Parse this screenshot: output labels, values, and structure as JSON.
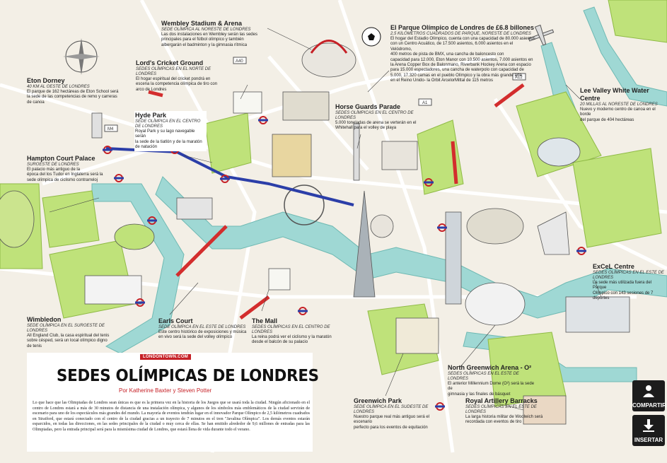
{
  "colors": {
    "water": "#9fd8d4",
    "park": "#bfe27a",
    "road": "#ffffff",
    "rail_red": "#d32d2d",
    "tube_blue": "#2b3ea8",
    "accent": "#c62026"
  },
  "venues": [
    {
      "key": "wembley",
      "title": "Wembley Stadium & Arena",
      "subtitle": "SEDE OLÍMPICA AL NORESTE DE LONDRES",
      "desc": [
        "Las dos instalaciones en Wembley serán las sedes",
        "principales para el fútbol olímpico y también",
        "albergarán el badminton y la gimnasia rítmica"
      ]
    },
    {
      "key": "olympic_park",
      "title": "El Parque Olímpico de Londres de £6.8 billones",
      "subtitle": "2,5 KILÓMETROS CUADRADOS DE PARQUE, NORESTE DE LONDRES",
      "desc": [
        "El hogar del Estadio Olímpico, cuenta con una capacidad de 80.000 asientos",
        "con un Centro Acuático, de 17.500 asientos, 6.000 asientos en el Velódromo,",
        "400 metros de pista de BMX, una cancha de baloncesto con",
        "capacidad para 12.000, Eton Manor con 10.500 asientos, 7.000 asientos en",
        "la Arena Copper Box de Balonmano, Riverbank Hockey Arena con espacio",
        "para 15.000 espectadores, una cancha de waterpolo con capacidad de",
        "5.000, 17.320 camas en el pueblo Olímpico y la obra más grande arte",
        "en el Reino Unido- la Orbit ArcelorMittal de 115 metros"
      ]
    },
    {
      "key": "eton",
      "title": "Eton Dorney",
      "subtitle": "40 KM AL OESTE DE LONDRES",
      "desc": [
        "El parque de 162 hectáreas de Eton School será",
        "la sede de las competencias de remo y carreras",
        "de canoa"
      ]
    },
    {
      "key": "lords",
      "title": "Lord's Cricket Ground",
      "subtitle": "SEDES OLÍMPICAS EN EL NORTE DE LONDRES",
      "desc": [
        "El hogar espiritual del cricket pondrá en",
        "escena la competencia olímpica de tiro con",
        "arco de Londres"
      ]
    },
    {
      "key": "hyde",
      "title": "Hyde Park",
      "subtitle": "SEDE OLÍMPICA EN EL CENTRO DE LONDRES",
      "desc": [
        "Royal Park y su lago navegable serán",
        "la sede de la tiatlón y de la maratón",
        "de natación"
      ]
    },
    {
      "key": "horse",
      "title": "Horse Guards Parade",
      "subtitle": "SEDES OLÍMPICAS EN EL CENTRO DE LONDRES",
      "desc": [
        "5.000 toneladas de arena se verterán en el",
        "Whitehall para el volley de playa"
      ]
    },
    {
      "key": "leevalley",
      "title": "Lee Valley White Water Centre",
      "subtitle": "20 MILLAS AL NORESTE DE LONDRES",
      "desc": [
        "Nuevo y moderno centro de canoa en el borde",
        "del parque de 404 hectáreas"
      ]
    },
    {
      "key": "hampton",
      "title": "Hampton Court Palace",
      "subtitle": "SUROESTE DE LONDRES",
      "desc": [
        "El palacio más antiguo de la",
        "época del los Tudor en Inglaterra será la",
        "sede olímpica de ciclismo contrarreloj"
      ]
    },
    {
      "key": "excel",
      "title": "ExCeL Centre",
      "subtitle": "SEDES OLÍMPICAS EN EL ESTE DE LONDRES",
      "desc": [
        "La sede más utilizada fuera del Parque",
        "Olímpico con 143 sesiones de 7 deportes"
      ]
    },
    {
      "key": "wimbledon",
      "title": "Wimbledon",
      "subtitle": "SEDE OLÍMPICA EN EL SUROESTE DE LONDRES",
      "desc": [
        "All England Club, la casa espiritual del tenis",
        "sobre césped, será un local olímpico digno",
        "de tenis"
      ]
    },
    {
      "key": "earls",
      "title": "Earls Court",
      "subtitle": "SEDE OLÍMPICA EN EL ESTE DE LONDRES",
      "desc": [
        "Este centro histórico de exposiciones y música",
        "en vivo será la sede del volley olímpico"
      ]
    },
    {
      "key": "mall",
      "title": "The Mall",
      "subtitle": "SEDES OLÍMPICAS EN EL CENTRO DE LONDRES",
      "desc": [
        "La reina podrá ver el ciclismo y la maratón",
        "desde el balcón de su palacio"
      ]
    },
    {
      "key": "northgreenwich",
      "title": "North Greenwich Arena - O²",
      "subtitle": "SEDES OLÍMPICAS EN EL ESTE DE LONDRES",
      "desc": [
        "El anterior  Millennium Dome (O²) será la sede de",
        "gimnasia y las finales de básquet"
      ]
    },
    {
      "key": "greenwich",
      "title": "Greenwich Park",
      "subtitle": "SEDE OLÍMPICA EN EL SUDESTE DE LONDRES",
      "desc": [
        "Nuestro parque real más antiguo será el escenario",
        "perfecto para los eventos de equitación"
      ]
    },
    {
      "key": "royalartillery",
      "title": "Royal Artillery Barracks",
      "subtitle": "SEDES OLÍMPICAS EN EL ESTE DE LONDRES",
      "desc": [
        "La larga historia militar de Woolwich será",
        "recordada con eventos de tiro"
      ]
    }
  ],
  "road_labels": [
    "A40",
    "A1",
    "A12",
    "M4"
  ],
  "article": {
    "site_tag": "LONDONTOWN.COM",
    "title": "SEDES OLÍMPICAS DE LONDRES",
    "byline": "Por Katherine Baxter y Steven Potter",
    "body": "Lo que hace que las Olimpiadas de Londres sean únicas es que es la primera vez en la historia de los Juegos que se usará toda la ciudad. Ningún aficionado en el centro de Londres estará a más de 30 minutos de distancia de una instalación olímpica, y algunos de los símbolos más emblemáticos de la ciudad servirán de escenario para uno de los espectáculos más grandes del mundo. La mayoría de eventos tendrán lugar en el innovador Parque Olímpico de 2,5 kilómetros cuadrados en Stratford, que estará conectado con el centro de la ciudad gracias a un trayecto de 7 minutos en el tren \"Javalina Olímpica\". Los demás eventos estarán esparcidos, en todas las direcciones, en las sedes principales de la ciudad o muy cerca de ellas. Se han emitido alrededor de 9,6 millones de entradas para las Olimpiadas, pero la entrada principal será para la mismísima ciudad de Londres, que estará llena de vida durante todo el verano."
  },
  "side_buttons": {
    "share": "COMPARTIR",
    "embed": "INSERTAR"
  }
}
